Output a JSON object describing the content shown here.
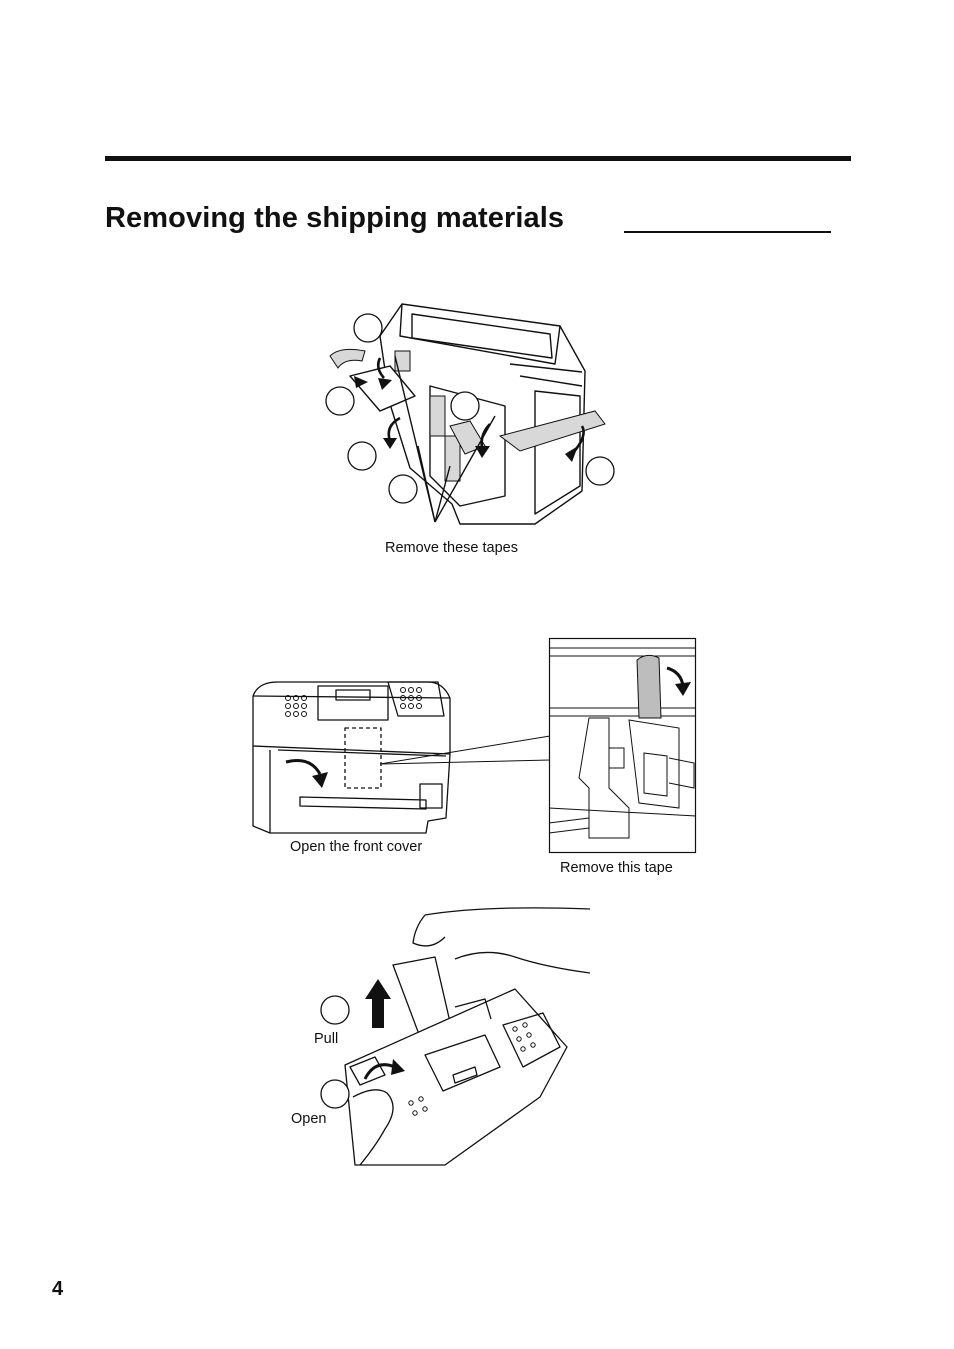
{
  "header": {
    "title": "Removing the shipping materials"
  },
  "figures": {
    "tapes": {
      "caption": "Remove these tapes"
    },
    "front_cover": {
      "caption": "Open the front cover"
    },
    "inner_tape": {
      "caption": "Remove this tape"
    },
    "cover_lift": {
      "pull_label": "Pull",
      "open_label": "Open"
    }
  },
  "footer": {
    "page_number": "4"
  }
}
